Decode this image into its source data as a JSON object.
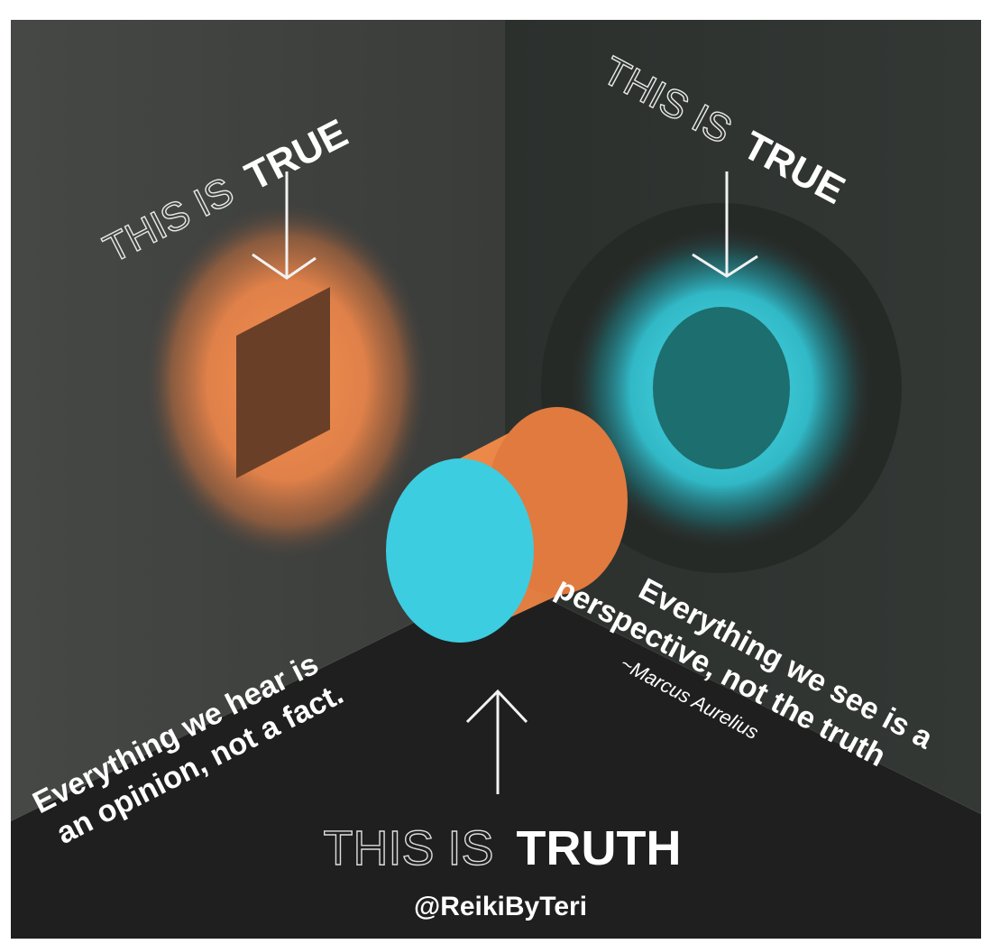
{
  "left_wall": {
    "label_prefix": "THIS IS",
    "label_bold": "TRUE",
    "quote_line1": "Everything we hear is",
    "quote_line2": "an opinion, not a fact."
  },
  "right_wall": {
    "label_prefix": "THIS IS",
    "label_bold": "TRUE",
    "quote_line1": "Everything we see is a",
    "quote_line2": "perspective, not the truth",
    "attribution": "~Marcus Aurelius"
  },
  "floor": {
    "label_prefix": "THIS IS",
    "label_bold": "TRUTH",
    "credit": "@ReikiByTeri"
  },
  "colors": {
    "background_frame": "#ffffff",
    "left_wall": "#3b3d3b",
    "right_wall": "#303431",
    "floor": "#1f1f1f",
    "orange": "#e8874a",
    "cyan": "#3ccde0",
    "teal_shadow": "#1d6e6e",
    "brown_shadow": "#6a3f28"
  }
}
